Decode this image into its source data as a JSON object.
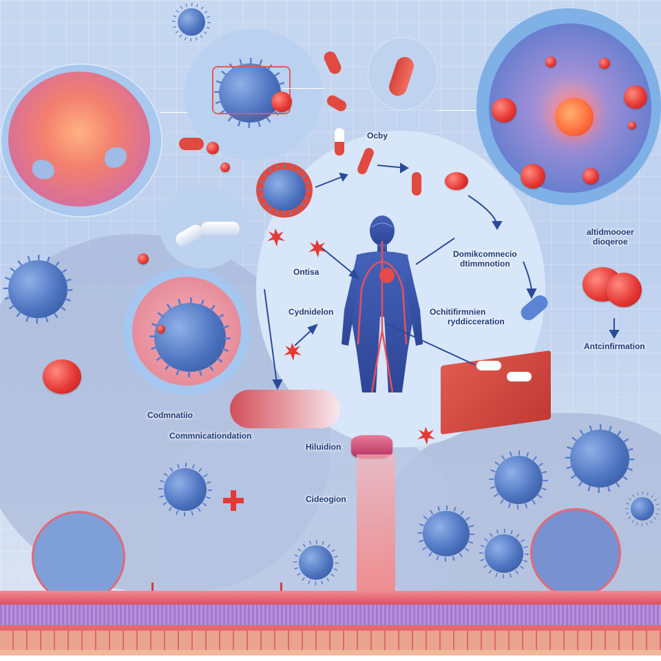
{
  "illustration": {
    "title": "Inflammation and immune response cycle (medical illustration)",
    "colors": {
      "background": "#c7d8f0",
      "cycle_ring": "#f7c6cc",
      "label_text": "#1e3a78",
      "red_cell": "#e53935",
      "immune_cell": "#4e74c0",
      "tissue_red": "#e8606b",
      "tissue_purple": "#a77bd0",
      "brick": "#e9a48e"
    },
    "labels": {
      "top_center": "Ocby",
      "right_upper_line1": "altidmoooer",
      "right_upper_line2": "dioqeroe",
      "right_mid_line1": "Domikcomnecio",
      "right_mid_line2": "dtimmnotion",
      "left_inner_top": "Ontisa",
      "left_inner_mid": "Cydnidelon",
      "right_inner_line1": "Ochitifirmnien",
      "right_inner_line2": "ryddicceration",
      "right_edge": "Antcinfirmation",
      "left_lower_1": "Codmnatiio",
      "left_lower_2": "Commnicationdation",
      "bottom_center": "Hiluidion",
      "bottom_lower": "Cideogion"
    },
    "elements": {
      "central_figure": "human-body-circulatory-system",
      "cycle": "inflammation-cycle-ring",
      "insets": [
        "inflamed-tissue-cell",
        "virus-cell-top",
        "pill-inset",
        "red-cell-burst-inset",
        "virus-cell-left",
        "bottom-left-inset",
        "bottom-right-inset"
      ],
      "medical_cross": "+"
    }
  }
}
